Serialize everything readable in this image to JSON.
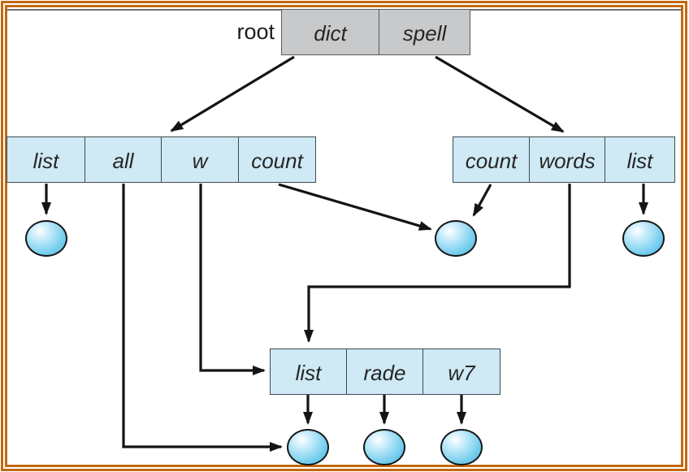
{
  "root_label": "root",
  "root_directory": {
    "cells": [
      "dict",
      "spell"
    ]
  },
  "left_directory": {
    "cells": [
      "list",
      "all",
      "w",
      "count"
    ]
  },
  "right_directory": {
    "cells": [
      "count",
      "words",
      "list"
    ]
  },
  "bottom_directory": {
    "cells": [
      "list",
      "rade",
      "w7"
    ]
  },
  "icons": {
    "file_circle": "file-circle"
  },
  "colors": {
    "border_orange": "#c4680e",
    "dir_fill": "#cfe9f5",
    "root_fill": "#c8c9cb",
    "line": "#3f4a50",
    "ink": "#141414",
    "rule_gray": "#6e6e6e",
    "file_blue": "#5ec2e8"
  }
}
